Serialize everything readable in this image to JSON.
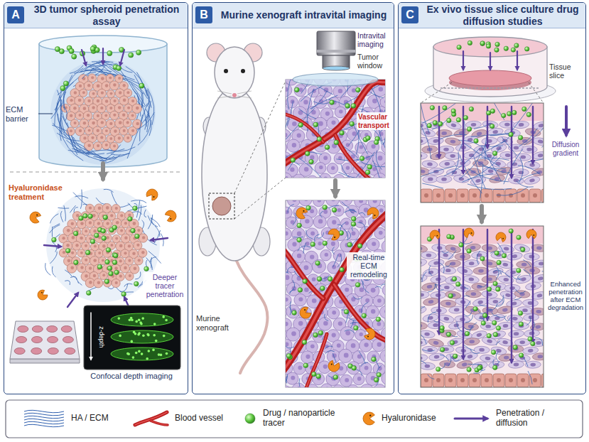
{
  "diagram": {
    "nodes": [
      {
        "text": [
          "3D tumor spheroid penetration assay"
        ]
      },
      {
        "text": [
          "A"
        ],
        "in": 0
      },
      {
        "text": [
          "Murine xenograft intravital imaging"
        ]
      },
      {
        "text": [
          "B"
        ],
        "in": 2
      },
      {
        "text": [
          "Ex vivo tissue slice culture drug diffusion studies"
        ]
      },
      {
        "text": [
          "C"
        ],
        "in": 4
      }
    ],
    "labels": [
      "ECM barrier",
      "Hyaluronidase treatment",
      "Deeper tracer penetration",
      "z-depth",
      "Confocal depth imaging",
      "Intravital imaging",
      "Tumor window",
      "Vascular transport",
      "Murine xenograft",
      "Real-time ECM remodeling",
      "Tissue slice",
      "Diffusion gradient",
      "Enhanced penetration after ECM degradation"
    ],
    "legend": [
      {
        "text": "HA / ECM"
      },
      {
        "text": "Blood vessel"
      },
      {
        "text": "Drug / nanoparticle tracer"
      },
      {
        "text": "Hyaluronidase"
      },
      {
        "text": "Penetration / diffusion"
      }
    ]
  }
}
